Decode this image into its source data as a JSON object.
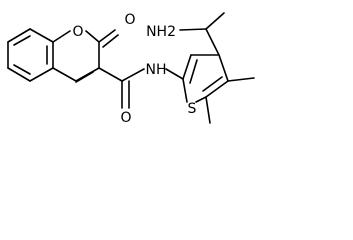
{
  "molecule": {
    "atom_labels": {
      "ring_oxygen": "O",
      "lactone_carbonyl_oxygen": "O",
      "amide_oxygen": "O",
      "amide_nh": "NH",
      "thiophene_sulfur": "S",
      "carboxamide_nh2": "NH2"
    },
    "colors": {
      "bond": "#000000",
      "label": "#000000",
      "background": "#ffffff"
    }
  }
}
